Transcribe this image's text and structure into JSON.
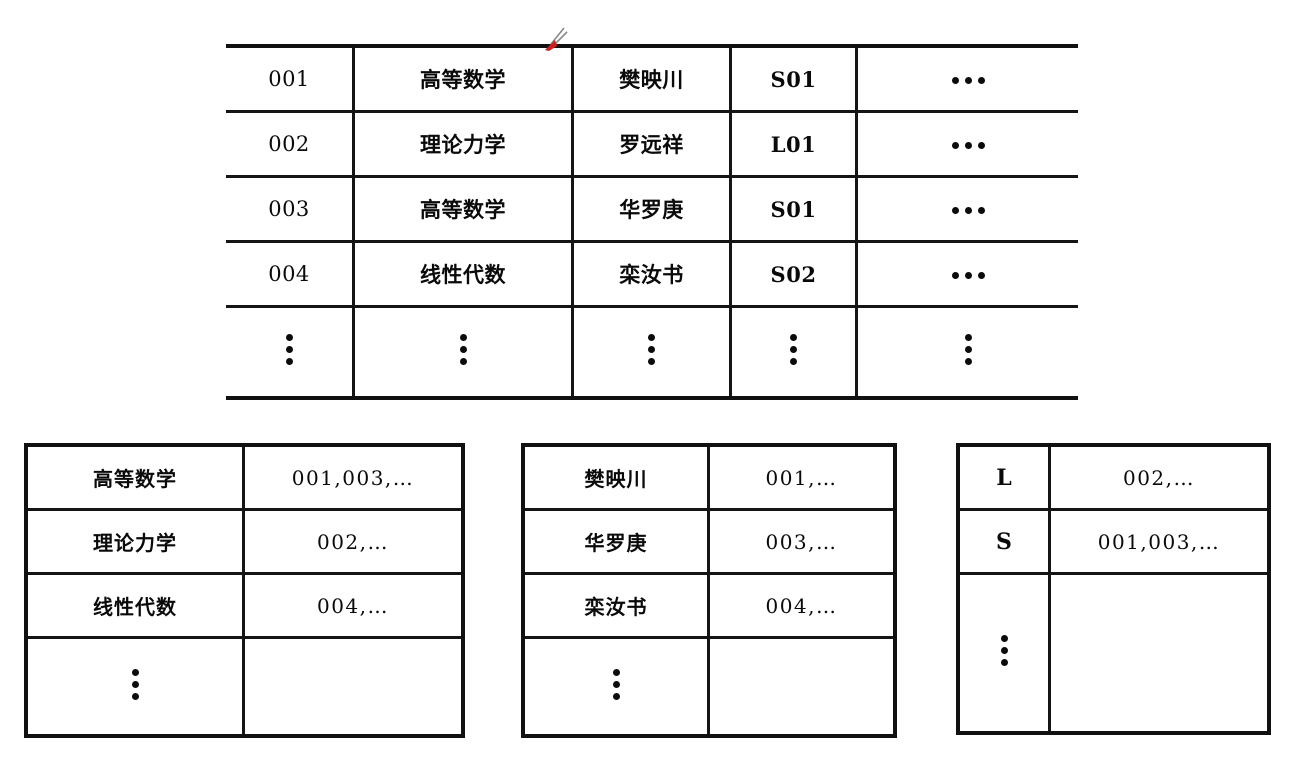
{
  "document": {
    "type": "scanned-textbook-figure",
    "background_color": "#ffffff",
    "ink_color": "#111111",
    "annotation_color": "#cc1f1f"
  },
  "main_table": {
    "name": "course-records-table",
    "columns": [
      "course_id",
      "course_name",
      "teacher",
      "dept_code",
      "more"
    ],
    "rows": [
      {
        "id": "001",
        "name": "高等数学",
        "teacher": "樊映川",
        "code": "S01",
        "more": "hdots"
      },
      {
        "id": "002",
        "name": "理论力学",
        "teacher": "罗远祥",
        "code": "L01",
        "more": "hdots"
      },
      {
        "id": "003",
        "name": "高等数学",
        "teacher": "华罗庚",
        "code": "S01",
        "more": "hdots"
      },
      {
        "id": "004",
        "name": "线性代数",
        "teacher": "栾汝书",
        "code": "S02",
        "more": "hdots"
      }
    ],
    "tail_row": {
      "id": "vdots",
      "name": "vdots",
      "teacher": "vdots",
      "code": "vdots",
      "more": "vdots"
    }
  },
  "index_tables": [
    {
      "name": "course-name-index",
      "rows": [
        {
          "key": "高等数学",
          "value": "001,003,…"
        },
        {
          "key": "理论力学",
          "value": "002,…"
        },
        {
          "key": "线性代数",
          "value": "004,…"
        }
      ],
      "tail": {
        "key": "vdots",
        "value": ""
      }
    },
    {
      "name": "teacher-index",
      "rows": [
        {
          "key": "樊映川",
          "value": "001,…"
        },
        {
          "key": "华罗庚",
          "value": "003,…"
        },
        {
          "key": "栾汝书",
          "value": "004,…"
        }
      ],
      "tail": {
        "key": "vdots",
        "value": ""
      }
    },
    {
      "name": "dept-code-index",
      "rows": [
        {
          "key": "L",
          "value": "002,…"
        },
        {
          "key": "S",
          "value": "001,003,…"
        }
      ],
      "tail": {
        "key": "vdots",
        "value": ""
      }
    }
  ],
  "annotation": {
    "name": "red-arrow-marker",
    "color": "#cc1f1f"
  }
}
